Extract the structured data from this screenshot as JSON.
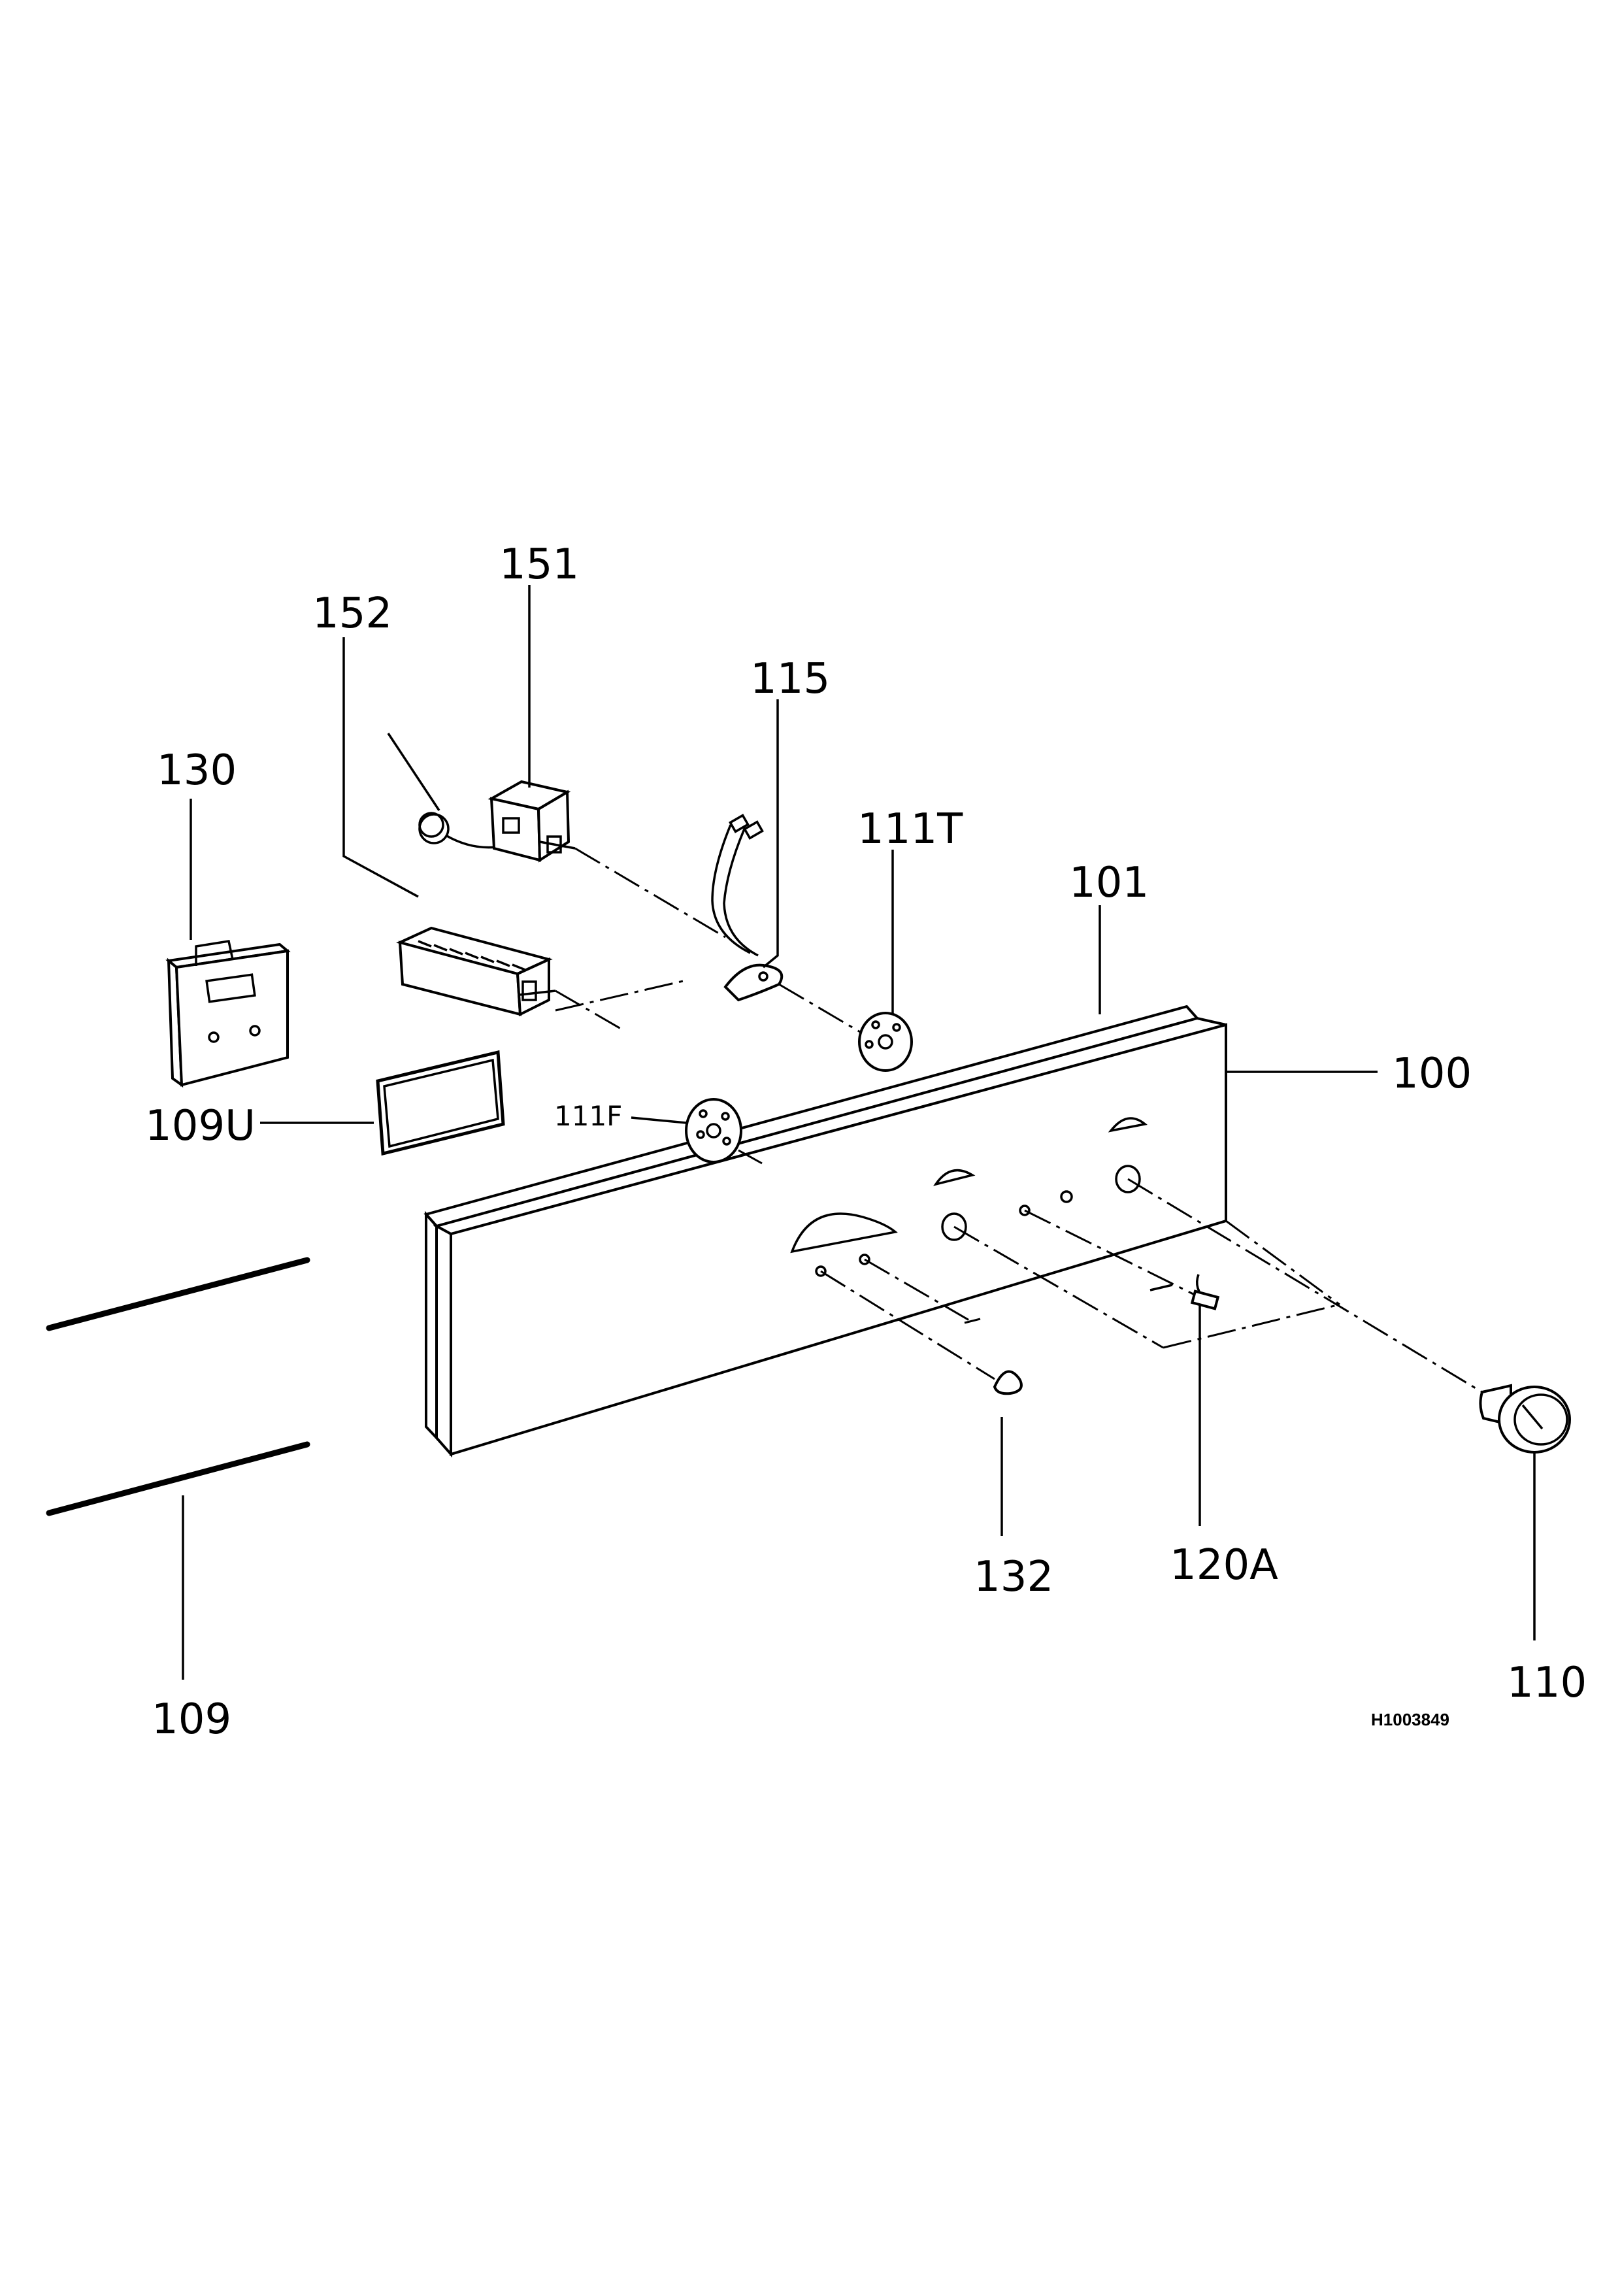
{
  "diagram": {
    "reference_code": "H1003849",
    "labels": {
      "p151": "151",
      "p152": "152",
      "p115": "115",
      "p130": "130",
      "p111T": "111T",
      "p101": "101",
      "p100": "100",
      "p109U": "109U",
      "p111F": "111F",
      "p132": "132",
      "p120A": "120A",
      "p110": "110",
      "p109": "109"
    }
  }
}
